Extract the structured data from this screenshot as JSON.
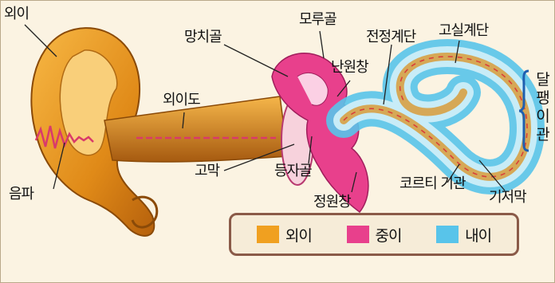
{
  "labels": {
    "outer_ear_top": "외이",
    "sound_wave": "음파",
    "ear_canal": "외이도",
    "eardrum": "고막",
    "malleus": "망치골",
    "incus": "모루골",
    "stapes": "등자골",
    "oval_window": "난원창",
    "round_window": "정원창",
    "scala_vestibuli": "전정계단",
    "scala_tympani": "고실계단",
    "organ_of_corti": "코르티 기관",
    "basilar_membrane": "기저막",
    "cochlea_chars": [
      "달",
      "팽",
      "이",
      "관"
    ]
  },
  "legend": {
    "items": [
      {
        "label": "외이",
        "color": "#f0a020"
      },
      {
        "label": "중이",
        "color": "#e8408c"
      },
      {
        "label": "내이",
        "color": "#58c4ea"
      }
    ]
  }
}
